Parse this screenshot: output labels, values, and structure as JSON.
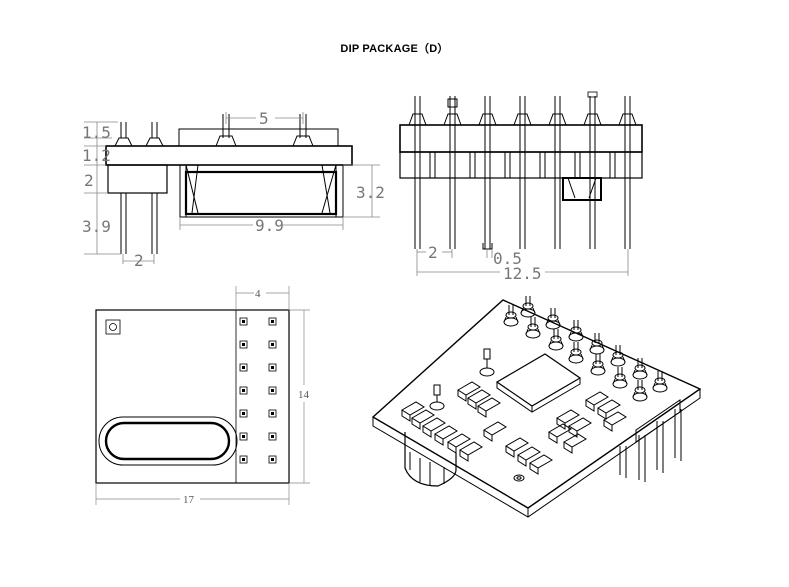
{
  "title": "DIP PACKAGE（D）",
  "side_view": {
    "dims": {
      "d1": "1.5",
      "d2": "1.2",
      "d3": "2",
      "d4": "3.9",
      "pitch": "2",
      "top": "5",
      "body_h": "3.2",
      "body_w": "9.9"
    }
  },
  "front_view": {
    "dims": {
      "pitch": "2",
      "offset": "0.5",
      "width": "12.5"
    }
  },
  "top_view": {
    "dims": {
      "pins_w": "4",
      "height": "14",
      "width": "17"
    }
  },
  "iso_view": {}
}
